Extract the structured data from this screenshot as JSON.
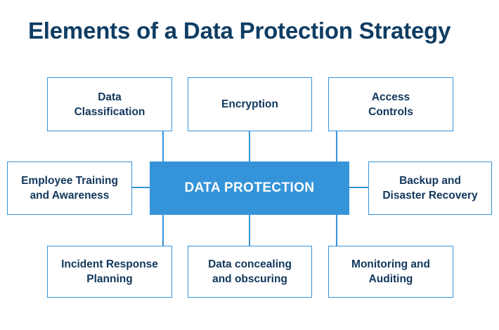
{
  "page": {
    "title": "Elements of a Data Protection Strategy",
    "background_color": "#ffffff"
  },
  "colors": {
    "title_navy": "#0f3d63",
    "node_text_navy": "#11375c",
    "accent_blue": "#3594d9",
    "center_fill": "#3594d9",
    "center_text": "#ffffff",
    "border_blue": "#3594d9"
  },
  "diagram": {
    "type": "hub-and-spoke",
    "center": {
      "id": "data-protection",
      "label": "DATA PROTECTION"
    },
    "nodes": [
      {
        "id": "data-classification",
        "label": "Data\nClassification",
        "position": "top-left"
      },
      {
        "id": "encryption",
        "label": "Encryption",
        "position": "top-center"
      },
      {
        "id": "access-controls",
        "label": "Access\nControls",
        "position": "top-right"
      },
      {
        "id": "employee-training-awareness",
        "label": "Employee Training\nand Awareness",
        "position": "middle-left"
      },
      {
        "id": "backup-disaster-recovery",
        "label": "Backup and\nDisaster Recovery",
        "position": "middle-right"
      },
      {
        "id": "incident-response-planning",
        "label": "Incident Response\nPlanning",
        "position": "bottom-left"
      },
      {
        "id": "data-concealing-obscuring",
        "label": "Data concealing\nand obscuring",
        "position": "bottom-center"
      },
      {
        "id": "monitoring-auditing",
        "label": "Monitoring and\nAuditing",
        "position": "bottom-right"
      }
    ],
    "connectors": [
      {
        "from": "data-classification",
        "to": "data-protection"
      },
      {
        "from": "encryption",
        "to": "data-protection"
      },
      {
        "from": "access-controls",
        "to": "data-protection"
      },
      {
        "from": "employee-training-awareness",
        "to": "data-protection"
      },
      {
        "from": "backup-disaster-recovery",
        "to": "data-protection"
      },
      {
        "from": "incident-response-planning",
        "to": "data-protection"
      },
      {
        "from": "data-concealing-obscuring",
        "to": "data-protection"
      },
      {
        "from": "monitoring-auditing",
        "to": "data-protection"
      }
    ]
  }
}
